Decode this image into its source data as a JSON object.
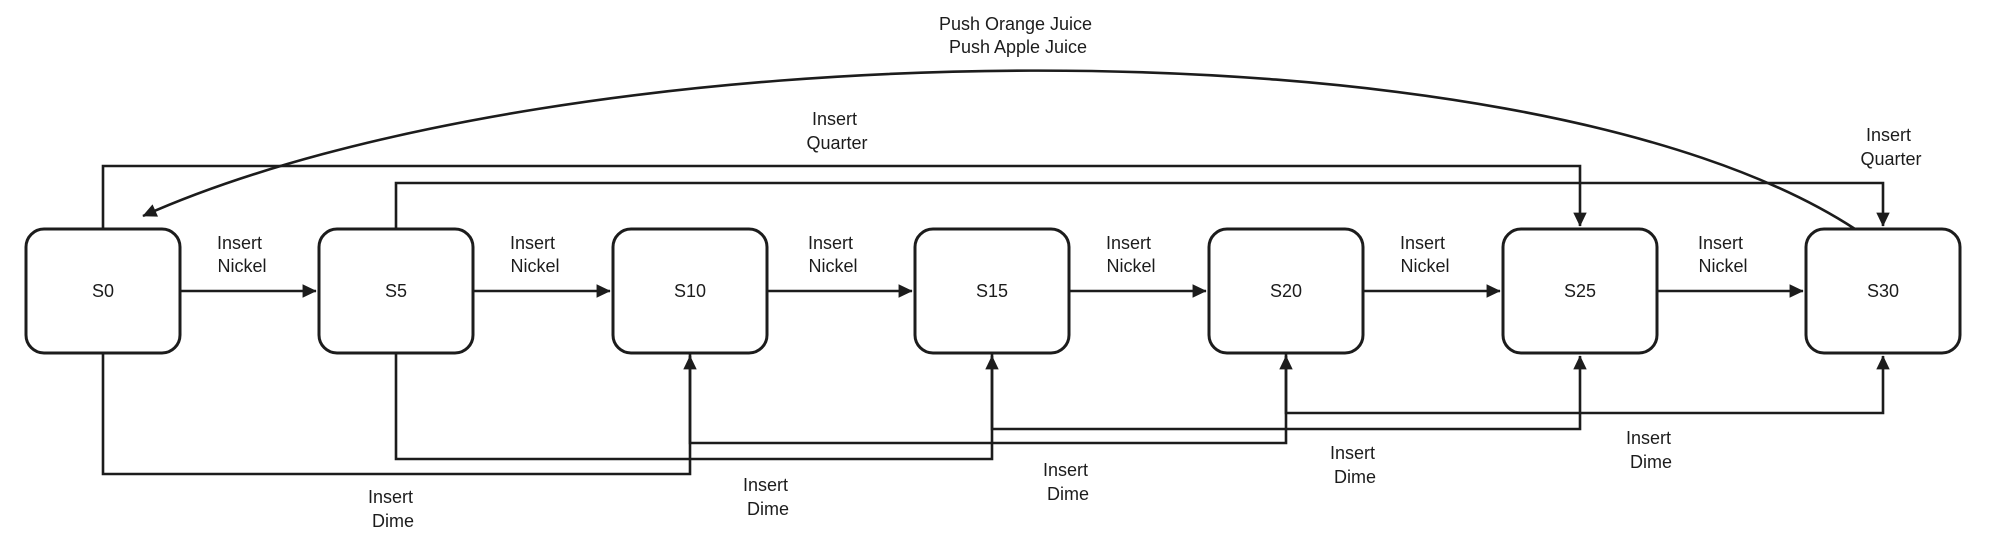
{
  "diagram": {
    "type": "finite-state-machine",
    "background_color": "#ffffff",
    "stroke_color": "#1c1c1c",
    "text_color": "#1c1c1c",
    "states": [
      {
        "label": "S0"
      },
      {
        "label": "S5"
      },
      {
        "label": "S10"
      },
      {
        "label": "S15"
      },
      {
        "label": "S20"
      },
      {
        "label": "S25"
      },
      {
        "label": "S30"
      }
    ],
    "transitions": {
      "nickel": {
        "label_lines": [
          "Insert",
          "Nickel"
        ],
        "pairs": [
          [
            "S0",
            "S5"
          ],
          [
            "S5",
            "S10"
          ],
          [
            "S10",
            "S15"
          ],
          [
            "S15",
            "S20"
          ],
          [
            "S20",
            "S25"
          ],
          [
            "S25",
            "S30"
          ]
        ]
      },
      "dime": {
        "label_lines": [
          "Insert",
          "Dime"
        ],
        "pairs": [
          [
            "S0",
            "S10"
          ],
          [
            "S5",
            "S15"
          ],
          [
            "S10",
            "S20"
          ],
          [
            "S15",
            "S25"
          ],
          [
            "S20",
            "S30"
          ]
        ]
      },
      "quarter": {
        "label_lines": [
          "Insert",
          "Quarter"
        ],
        "pairs": [
          [
            "S0",
            "S25"
          ],
          [
            "S5",
            "S30"
          ]
        ]
      },
      "push": {
        "label_lines": [
          "Push Orange Juice",
          "Push Apple Juice"
        ],
        "pairs": [
          [
            "S30",
            "S0"
          ]
        ]
      }
    }
  }
}
